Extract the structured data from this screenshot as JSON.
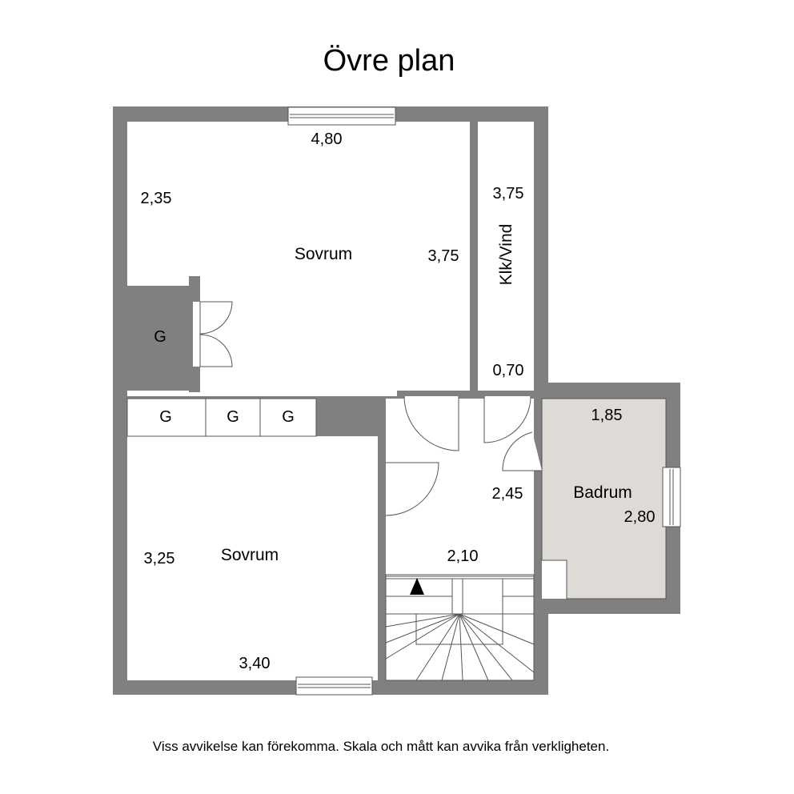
{
  "title": "Övre plan",
  "rooms": {
    "bedroom_top": "Sovrum",
    "bedroom_bottom": "Sovrum",
    "attic": "Klk/Vind",
    "bathroom": "Badrum"
  },
  "storage_label": "G",
  "dimensions": {
    "bed_top_width": "4,80",
    "bed_top_left": "2,35",
    "bed_top_right": "3,75",
    "attic_length": "3,75",
    "attic_width": "0,70",
    "bath_width": "1,85",
    "bath_length": "2,80",
    "hall_length": "2,45",
    "hall_width": "2,10",
    "bed_bottom_left": "3,25",
    "bed_bottom_width": "3,40"
  },
  "footer": "Viss avvikelse kan förekomma. Skala och mått kan avvika från verkligheten.",
  "colors": {
    "wall": "#808080",
    "bathroom_fill": "#dedad6",
    "background": "#ffffff"
  }
}
